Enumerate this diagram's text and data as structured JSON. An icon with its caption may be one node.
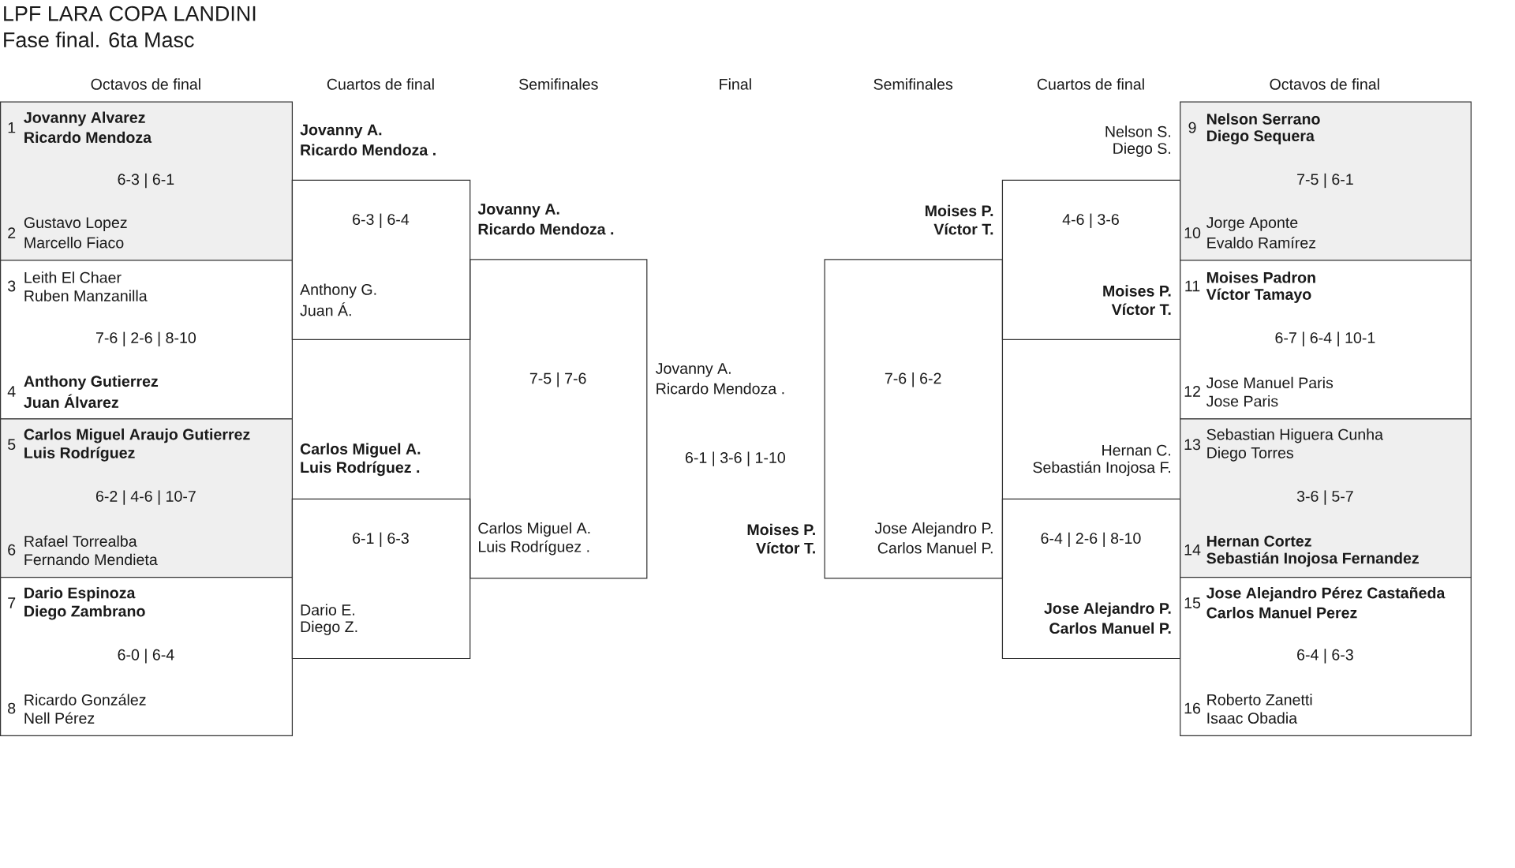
{
  "diagram": {
    "title": "LPF LARA COPA LANDINI",
    "nodes": [
      {
        "text": [
          "1",
          "**Jovanny Alvarez**",
          "**Ricardo Mendoza**",
          "6-3 | 6-1",
          "2",
          "Gustavo Lopez",
          "Marcello Fiaco"
        ]
      },
      {
        "text": [
          "3",
          "Leith El Chaer",
          "Ruben Manzanilla",
          "7-6 | 2-6 | 8-10",
          "4",
          "**Anthony Gutierrez**",
          "**Juan Álvarez**"
        ]
      },
      {
        "text": [
          "5",
          "**Carlos Miguel Araujo Gutierrez**",
          "**Luis Rodríguez**",
          "6-2 | 4-6 | 10-7",
          "6",
          "Rafael Torrealba",
          "Fernando Mendieta"
        ]
      },
      {
        "text": [
          "7",
          "**Dario Espinoza**",
          "**Diego Zambrano**",
          "6-0 | 6-4",
          "8",
          "Ricardo González",
          "Nell Pérez"
        ]
      },
      {
        "text": [
          "**Jovanny A.**",
          "**Ricardo Mendoza .**",
          "6-3 | 6-4",
          "Anthony G.",
          "Juan Á."
        ]
      },
      {
        "text": [
          "**Carlos Miguel A.**",
          "**Luis Rodríguez .**",
          "6-1 | 6-3",
          "Dario E.",
          "Diego Z."
        ]
      },
      {
        "text": [
          "**Jovanny A.**",
          "**Ricardo Mendoza .**",
          "7-5 | 7-6",
          "Carlos Miguel A.",
          "Luis Rodríguez ."
        ]
      },
      {
        "text": [
          "Jovanny A.",
          "Ricardo Mendoza .",
          "6-1 | 3-6 | 1-10",
          "**Moises P.**",
          "**Víctor T.**"
        ]
      },
      {
        "text": [
          "**Moises P.**",
          "**Víctor T.**",
          "7-6 | 6-2",
          "Jose Alejandro P.",
          "Carlos Manuel P."
        ]
      },
      {
        "text": [
          "Nelson S.",
          "Diego S.",
          "4-6 | 3-6",
          "**Moises P.**",
          "**Víctor T.**"
        ]
      },
      {
        "text": [
          "Hernan C.",
          "Sebastián Inojosa F.",
          "6-4 | 2-6 | 8-10",
          "**Jose Alejandro P.**",
          "**Carlos Manuel P.**"
        ]
      },
      {
        "text": [
          "9",
          "**Nelson Serrano**",
          "**Diego Sequera**",
          "7-5 | 6-1",
          "10",
          "Jorge Aponte",
          "Evaldo Ramírez"
        ]
      },
      {
        "text": [
          "11",
          "**Moises Padron**",
          "**Víctor Tamayo**",
          "6-7 | 6-4 | 10-1",
          "12",
          "Jose Manuel Paris",
          "Jose Paris"
        ]
      },
      {
        "text": [
          "13",
          "Sebastian Higuera Cunha",
          "Diego Torres",
          "3-6 | 5-7",
          "14",
          "**Hernan Cortez**",
          "**Sebastián Inojosa Fernandez**"
        ]
      },
      {
        "text": [
          "15",
          "**Jose Alejandro Pérez Castañeda**",
          "**Carlos Manuel Perez**",
          "6-4 | 6-3",
          "16",
          "Roberto Zanetti",
          "Isaac Obadia"
        ]
      }
    ],
    "labels": [
      "Fase final. 6ta Masc",
      "Octavos de final",
      "Cuartos de final",
      "Semifinales",
      "Final",
      "Semifinales",
      "Cuartos de final",
      "Octavos de final"
    ]
  }
}
